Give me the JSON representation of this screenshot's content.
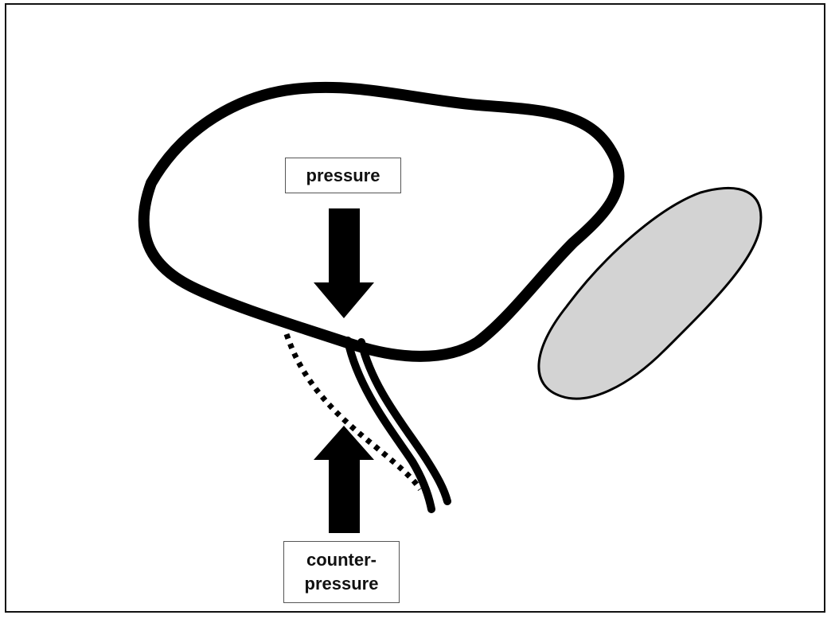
{
  "labels": {
    "pressure": "pressure",
    "counter_pressure_line1": "counter-",
    "counter_pressure_line2": "pressure"
  },
  "colors": {
    "outline": "#000000",
    "gray_structure_fill": "#d3d3d3",
    "background": "#ffffff"
  }
}
